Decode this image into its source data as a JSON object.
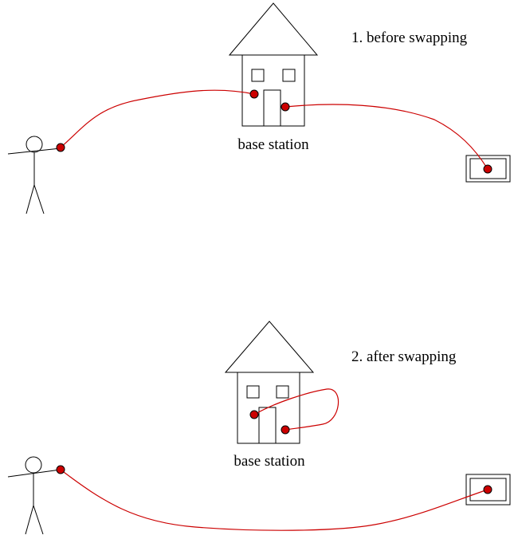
{
  "colors": {
    "link": "#cc0000",
    "outline": "#000000",
    "background": "#ffffff"
  },
  "panels": [
    {
      "caption": "1. before swapping",
      "house_label": "base station",
      "icons": [
        "person-icon",
        "house-icon",
        "device-icon"
      ]
    },
    {
      "caption": "2. after swapping",
      "house_label": "base station",
      "icons": [
        "person-icon",
        "house-icon",
        "device-icon"
      ]
    }
  ]
}
